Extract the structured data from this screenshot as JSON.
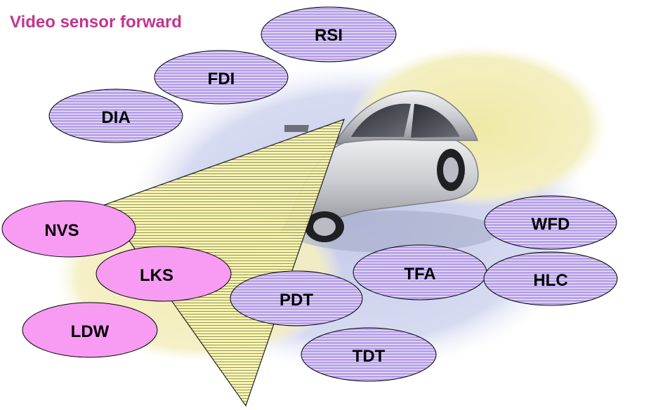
{
  "title": "Video sensor forward",
  "colors": {
    "title": "#c2348f",
    "pink_oval": "#f79cf2",
    "purple_oval": "#b8a2ea",
    "stripe": "#ffffff",
    "cone": "#fbf7a8",
    "backdrop_blue": "#cfd4ee",
    "backdrop_yellow": "#f3efc0"
  },
  "functions": [
    {
      "id": "rsi",
      "label": "RSI",
      "style": "purple"
    },
    {
      "id": "fdi",
      "label": "FDI",
      "style": "purple"
    },
    {
      "id": "dia",
      "label": "DIA",
      "style": "purple"
    },
    {
      "id": "nvs",
      "label": "NVS",
      "style": "pink"
    },
    {
      "id": "lks",
      "label": "LKS",
      "style": "pink"
    },
    {
      "id": "ldw",
      "label": "LDW",
      "style": "pink"
    },
    {
      "id": "pdt",
      "label": "PDT",
      "style": "purple"
    },
    {
      "id": "tfa",
      "label": "TFA",
      "style": "purple"
    },
    {
      "id": "tdt",
      "label": "TDT",
      "style": "purple"
    },
    {
      "id": "wfd",
      "label": "WFD",
      "style": "purple"
    },
    {
      "id": "hlc",
      "label": "HLC",
      "style": "purple"
    }
  ]
}
